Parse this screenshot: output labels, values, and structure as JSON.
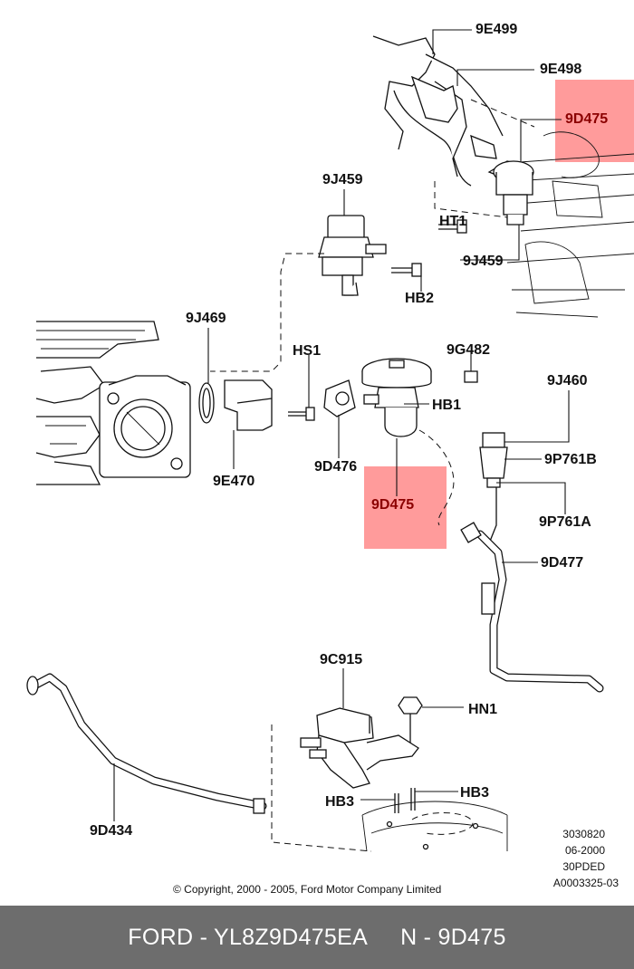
{
  "diagram": {
    "callouts": {
      "c_9E499": "9E499",
      "c_9E498": "9E498",
      "c_9D475_top": "9D475",
      "c_9J459_a": "9J459",
      "c_HT1": "HT1",
      "c_9J459_b": "9J459",
      "c_HB2": "HB2",
      "c_9J469": "9J469",
      "c_HS1": "HS1",
      "c_9G482": "9G482",
      "c_HB1": "HB1",
      "c_9J460": "9J460",
      "c_9P761B": "9P761B",
      "c_9E470": "9E470",
      "c_9D476": "9D476",
      "c_9D475_mid": "9D475",
      "c_9P761A": "9P761A",
      "c_9D477": "9D477",
      "c_9C915": "9C915",
      "c_HN1": "HN1",
      "c_HB3_r": "HB3",
      "c_HB3_l": "HB3",
      "c_9D434": "9D434"
    },
    "highlight_color": "#ff7a7a",
    "meta": {
      "code1": "3030820",
      "code2": "06-2000",
      "code3": "30PDED",
      "code4": "A0003325-03"
    },
    "copyright": "© Copyright, 2000 - 2005, Ford Motor Company Limited"
  },
  "footer": {
    "brand_part": "FORD - YL8Z9D475EA",
    "ref": "N - 9D475"
  },
  "footer_color": "#6d6d6d"
}
